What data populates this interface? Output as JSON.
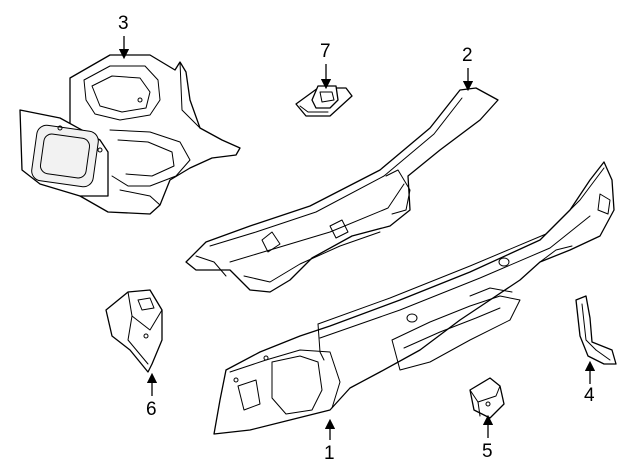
{
  "callouts": [
    {
      "id": "c1",
      "label": "1"
    },
    {
      "id": "c2",
      "label": "2"
    },
    {
      "id": "c3",
      "label": "3"
    },
    {
      "id": "c4",
      "label": "4"
    },
    {
      "id": "c5",
      "label": "5"
    },
    {
      "id": "c6",
      "label": "6"
    },
    {
      "id": "c7",
      "label": "7"
    }
  ],
  "colors": {
    "line": "#000000",
    "background": "#ffffff"
  }
}
